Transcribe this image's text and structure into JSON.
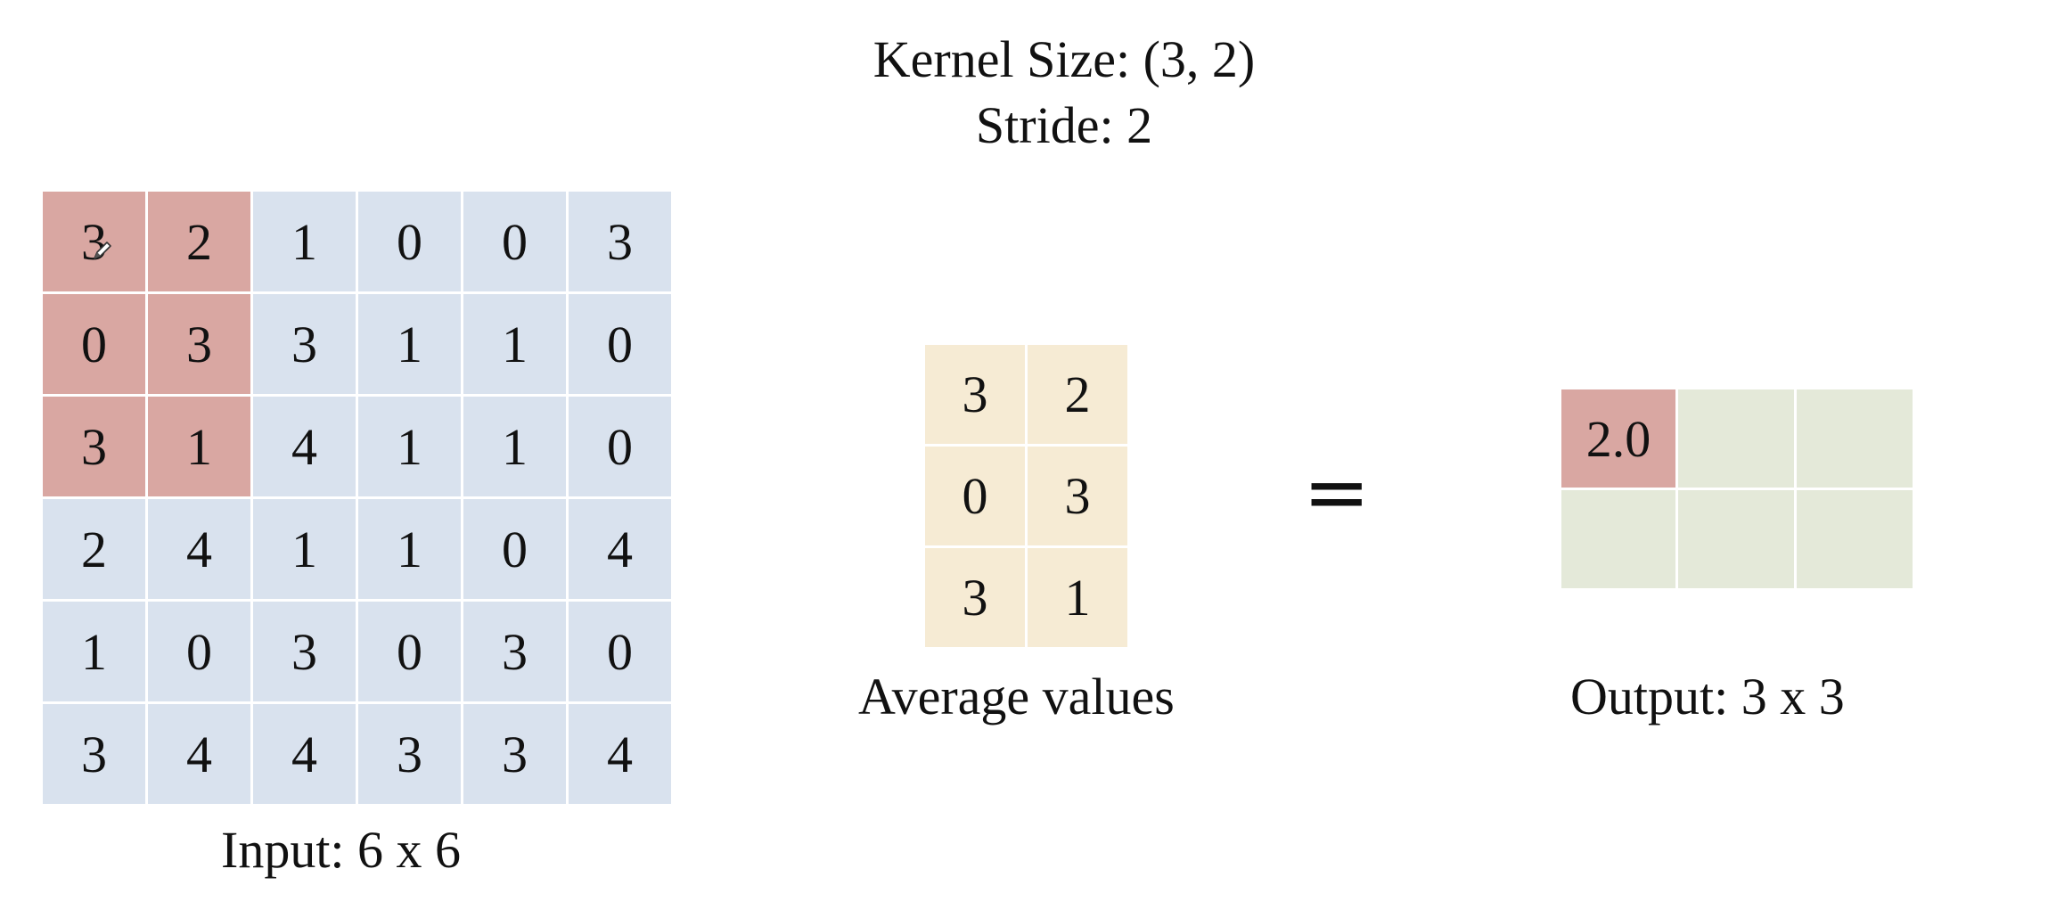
{
  "header": {
    "kernel_size": "Kernel Size: (3, 2)",
    "stride": "Stride: 2"
  },
  "input": {
    "label": "Input: 6 x 6",
    "rows": [
      [
        "3",
        "2",
        "1",
        "0",
        "0",
        "3"
      ],
      [
        "0",
        "3",
        "3",
        "1",
        "1",
        "0"
      ],
      [
        "3",
        "1",
        "4",
        "1",
        "1",
        "0"
      ],
      [
        "2",
        "4",
        "1",
        "1",
        "0",
        "4"
      ],
      [
        "1",
        "0",
        "3",
        "0",
        "3",
        "0"
      ],
      [
        "3",
        "4",
        "4",
        "3",
        "3",
        "4"
      ]
    ],
    "highlight_rows": [
      0,
      1,
      2
    ],
    "highlight_cols": [
      0,
      1
    ]
  },
  "kernel": {
    "label": "Average values",
    "rows": [
      [
        "3",
        "2"
      ],
      [
        "0",
        "3"
      ],
      [
        "3",
        "1"
      ]
    ]
  },
  "operator": "=",
  "output": {
    "label": "Output: 3 x 3",
    "rows": [
      [
        "2.0",
        "",
        ""
      ],
      [
        "",
        "",
        ""
      ]
    ]
  },
  "colors": {
    "input_cell": "#d9e2ee",
    "highlight_cell": "#d9a7a2",
    "kernel_cell": "#f6ebd4",
    "output_cell": "#e4e9d9"
  }
}
